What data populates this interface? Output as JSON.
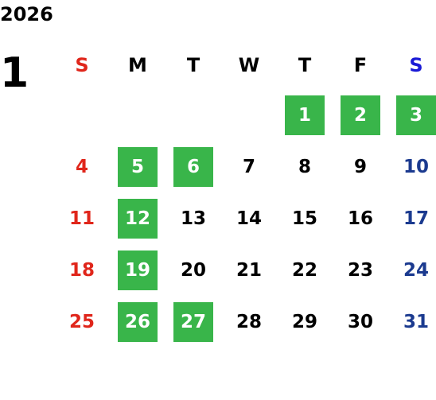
{
  "year": "2026",
  "month": "1",
  "colors": {
    "sunday": "#e0261b",
    "saturday_header": "#1a1ad6",
    "saturday": "#1b3a8f",
    "weekday": "#000000",
    "highlight_bg": "#39b54a",
    "highlight_text": "#ffffff"
  },
  "weekdays": [
    "S",
    "M",
    "T",
    "W",
    "T",
    "F",
    "S"
  ],
  "weeks": [
    [
      {
        "d": ""
      },
      {
        "d": ""
      },
      {
        "d": ""
      },
      {
        "d": ""
      },
      {
        "d": "1",
        "hl": true
      },
      {
        "d": "2",
        "hl": true
      },
      {
        "d": "3",
        "hl": true
      }
    ],
    [
      {
        "d": "4"
      },
      {
        "d": "5",
        "hl": true
      },
      {
        "d": "6",
        "hl": true
      },
      {
        "d": "7"
      },
      {
        "d": "8"
      },
      {
        "d": "9"
      },
      {
        "d": "10"
      }
    ],
    [
      {
        "d": "11"
      },
      {
        "d": "12",
        "hl": true
      },
      {
        "d": "13"
      },
      {
        "d": "14"
      },
      {
        "d": "15"
      },
      {
        "d": "16"
      },
      {
        "d": "17"
      }
    ],
    [
      {
        "d": "18"
      },
      {
        "d": "19",
        "hl": true
      },
      {
        "d": "20"
      },
      {
        "d": "21"
      },
      {
        "d": "22"
      },
      {
        "d": "23"
      },
      {
        "d": "24"
      }
    ],
    [
      {
        "d": "25"
      },
      {
        "d": "26",
        "hl": true
      },
      {
        "d": "27",
        "hl": true
      },
      {
        "d": "28"
      },
      {
        "d": "29"
      },
      {
        "d": "30"
      },
      {
        "d": "31"
      }
    ]
  ]
}
